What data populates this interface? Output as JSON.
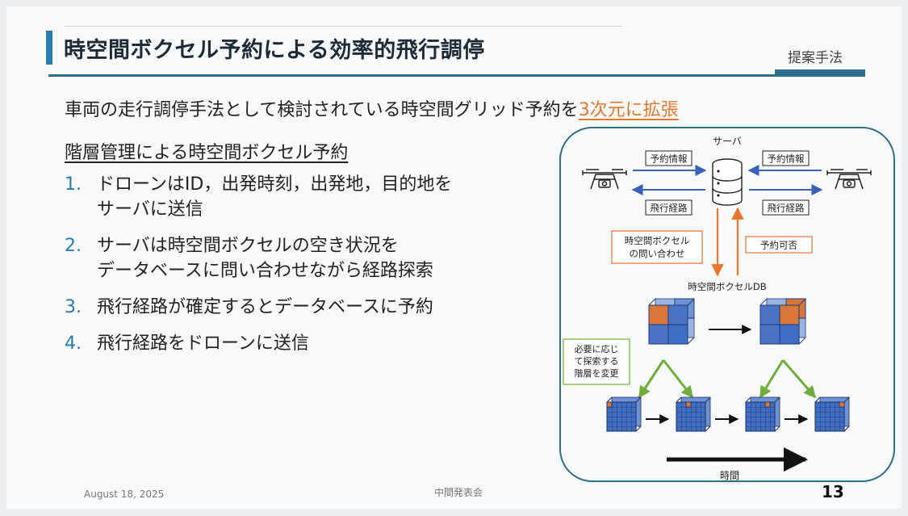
{
  "slide": {
    "title": "時空間ボクセル予約による効率的飛行調停",
    "section_tag": "提案手法",
    "headline_main": "車両の走行調停手法として検討されている時空間グリッド予約を",
    "headline_highlight": "3次元に拡張",
    "subheading": "階層管理による時空間ボクセル予約",
    "steps": [
      {
        "num": "1.",
        "text": "ドローンはID，出発時刻，出発地，目的地を\nサーバに送信"
      },
      {
        "num": "2.",
        "text": "サーバは時空間ボクセルの空き状況を\nデータベースに問い合わせながら経路探索"
      },
      {
        "num": "3.",
        "text": "飛行経路が確定するとデータベースに予約"
      },
      {
        "num": "4.",
        "text": "飛行経路をドローンに送信"
      }
    ],
    "footer_date": "August 18, 2025",
    "footer_center": "中間発表会",
    "page_number": "13"
  },
  "diagram": {
    "server_label": "サーバ",
    "left_top_label": "予約情報",
    "right_top_label": "予約情報",
    "left_bottom_label": "飛行経路",
    "right_bottom_label": "飛行経路",
    "query_label_line1": "時空間ボクセル",
    "query_label_line2": "の問い合わせ",
    "reply_label": "予約可否",
    "db_label": "時空間ボクセルDB",
    "hier_line1": "必要に応じ",
    "hier_line2": "て探索する",
    "hier_line3": "階層を変更",
    "time_label": "時間"
  },
  "colors": {
    "accent_blue": "#2a7bb0",
    "accent_orange": "#e8762c",
    "voxel_blue": "#3f6fc4",
    "voxel_orange": "#d9773a",
    "arrow_green": "#6fae3a",
    "frame_border": "#2f6e86"
  }
}
